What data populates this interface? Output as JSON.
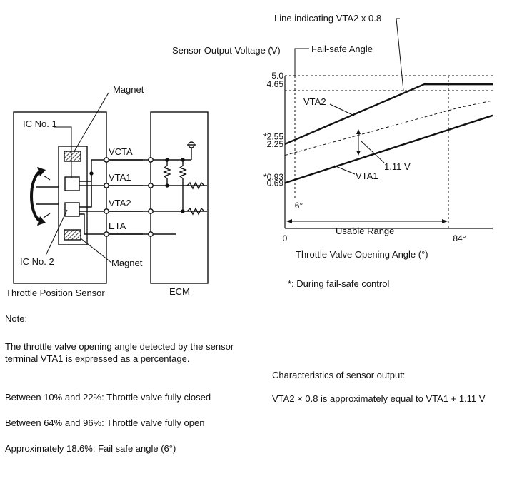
{
  "circuit": {
    "sensor_label": "Throttle Position Sensor",
    "ecm_label": "ECM",
    "magnet_top": "Magnet",
    "magnet_bottom": "Magnet",
    "ic1_label": "IC No. 1",
    "ic2_label": "IC No. 2",
    "terminals": [
      "VCTA",
      "VTA1",
      "VTA2",
      "ETA"
    ]
  },
  "graph": {
    "y_title": "Sensor Output Voltage (V)",
    "fail_safe_label": "Fail-safe Angle",
    "vta2_08_label": "Line indicating VTA2 x 0.8",
    "x_title": "Throttle Valve Opening Angle (°)",
    "usable_range_label": "Usable Range",
    "diff_label": "1.11 V",
    "vta1_label": "VTA1",
    "vta2_label": "VTA2",
    "footnote": "*: During fail-safe control",
    "y_ticks": [
      {
        "label": "5.0",
        "v": 5.0
      },
      {
        "label": "4.65",
        "v": 4.65
      },
      {
        "label": "*2.55",
        "v": 2.55
      },
      {
        "label": "2.25",
        "v": 2.25
      },
      {
        "label": "*0.93",
        "v": 0.93
      },
      {
        "label": "0.69",
        "v": 0.69
      }
    ],
    "x_ticks": [
      {
        "label": "0",
        "deg": 0
      },
      {
        "label": "6°",
        "deg": 6
      },
      {
        "label": "84°",
        "deg": 84
      }
    ],
    "series": {
      "vta2": [
        [
          0,
          2.25
        ],
        [
          67,
          4.65
        ],
        [
          100,
          4.65
        ]
      ],
      "vta2_x08": [
        [
          0,
          1.8
        ],
        [
          84,
          3.72
        ],
        [
          100,
          4.0
        ]
      ],
      "vta1": [
        [
          0,
          0.69
        ],
        [
          100,
          3.4
        ]
      ]
    }
  },
  "notes": {
    "heading": "Note:",
    "p1": "The throttle valve opening angle detected by the sensor terminal VTA1 is expressed as a percentage.",
    "p2": "Between 10% and 22%: Throttle valve fully closed",
    "p3": "Between 64% and 96%: Throttle valve fully open",
    "p4": "Approximately 18.6%: Fail safe angle (6°)",
    "char_heading": "Characteristics of sensor output:",
    "char_text": "VTA2 × 0.8 is approximately equal to VTA1 + 1.11 V"
  }
}
